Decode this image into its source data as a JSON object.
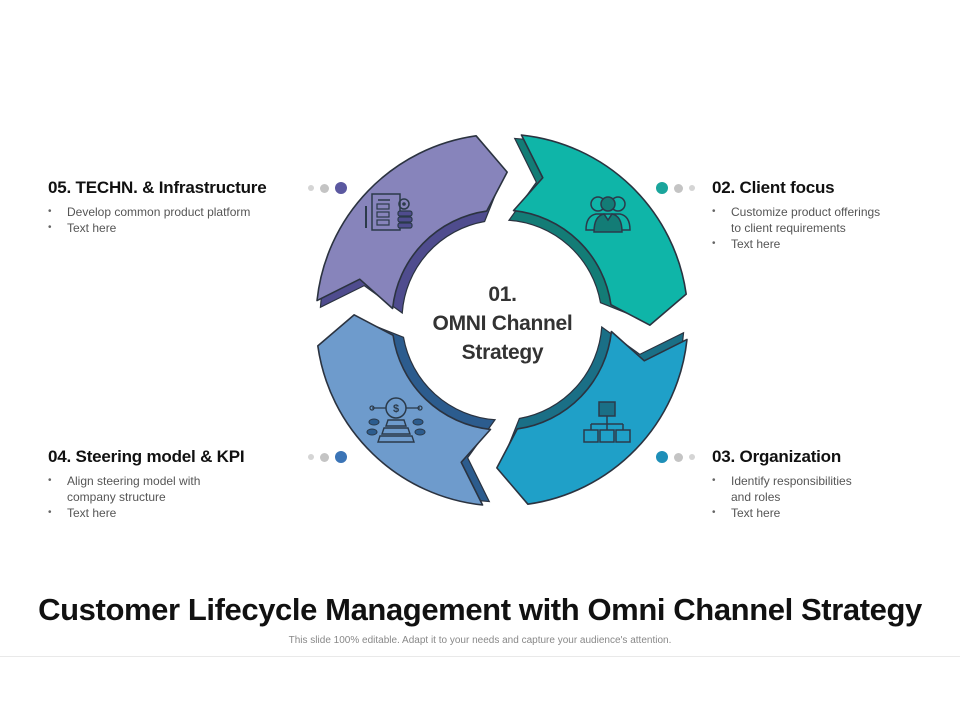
{
  "center": {
    "number": "01.",
    "line1": "OMNI Channel",
    "line2": "Strategy"
  },
  "steps": [
    {
      "id": "02",
      "title": "02. Client focus",
      "bullets": [
        "Customize product offerings to client requirements",
        "Text here"
      ],
      "color": "#0fb5a8",
      "shadow_color": "#137c76",
      "icon": "team-users-icon"
    },
    {
      "id": "03",
      "title": "03. Organization",
      "bullets": [
        "Identify responsibilities and roles",
        "Text here"
      ],
      "color": "#1fa0c8",
      "shadow_color": "#1a6f86",
      "icon": "org-chart-icon"
    },
    {
      "id": "04",
      "title": "04. Steering model & KPI",
      "bullets": [
        "Align steering model with company structure",
        "Text here"
      ],
      "color": "#6e9bcc",
      "shadow_color": "#2c5c8e",
      "icon": "dollar-kpi-pyramid-icon"
    },
    {
      "id": "05",
      "title": "05. TECHN. & Infrastructure",
      "bullets": [
        "Develop common product platform",
        "Text here"
      ],
      "color": "#8784bb",
      "shadow_color": "#4f4c8e",
      "icon": "document-database-gear-icon"
    }
  ],
  "accent_dots": {
    "step02": "#1aa59c",
    "step03": "#1e8fb8",
    "step04": "#3b74b6",
    "step05": "#5b58a0"
  },
  "footer": {
    "title": "Customer Lifecycle Management with Omni Channel Strategy",
    "subtitle": "This slide 100% editable. Adapt it to your needs and capture your audience's attention."
  }
}
